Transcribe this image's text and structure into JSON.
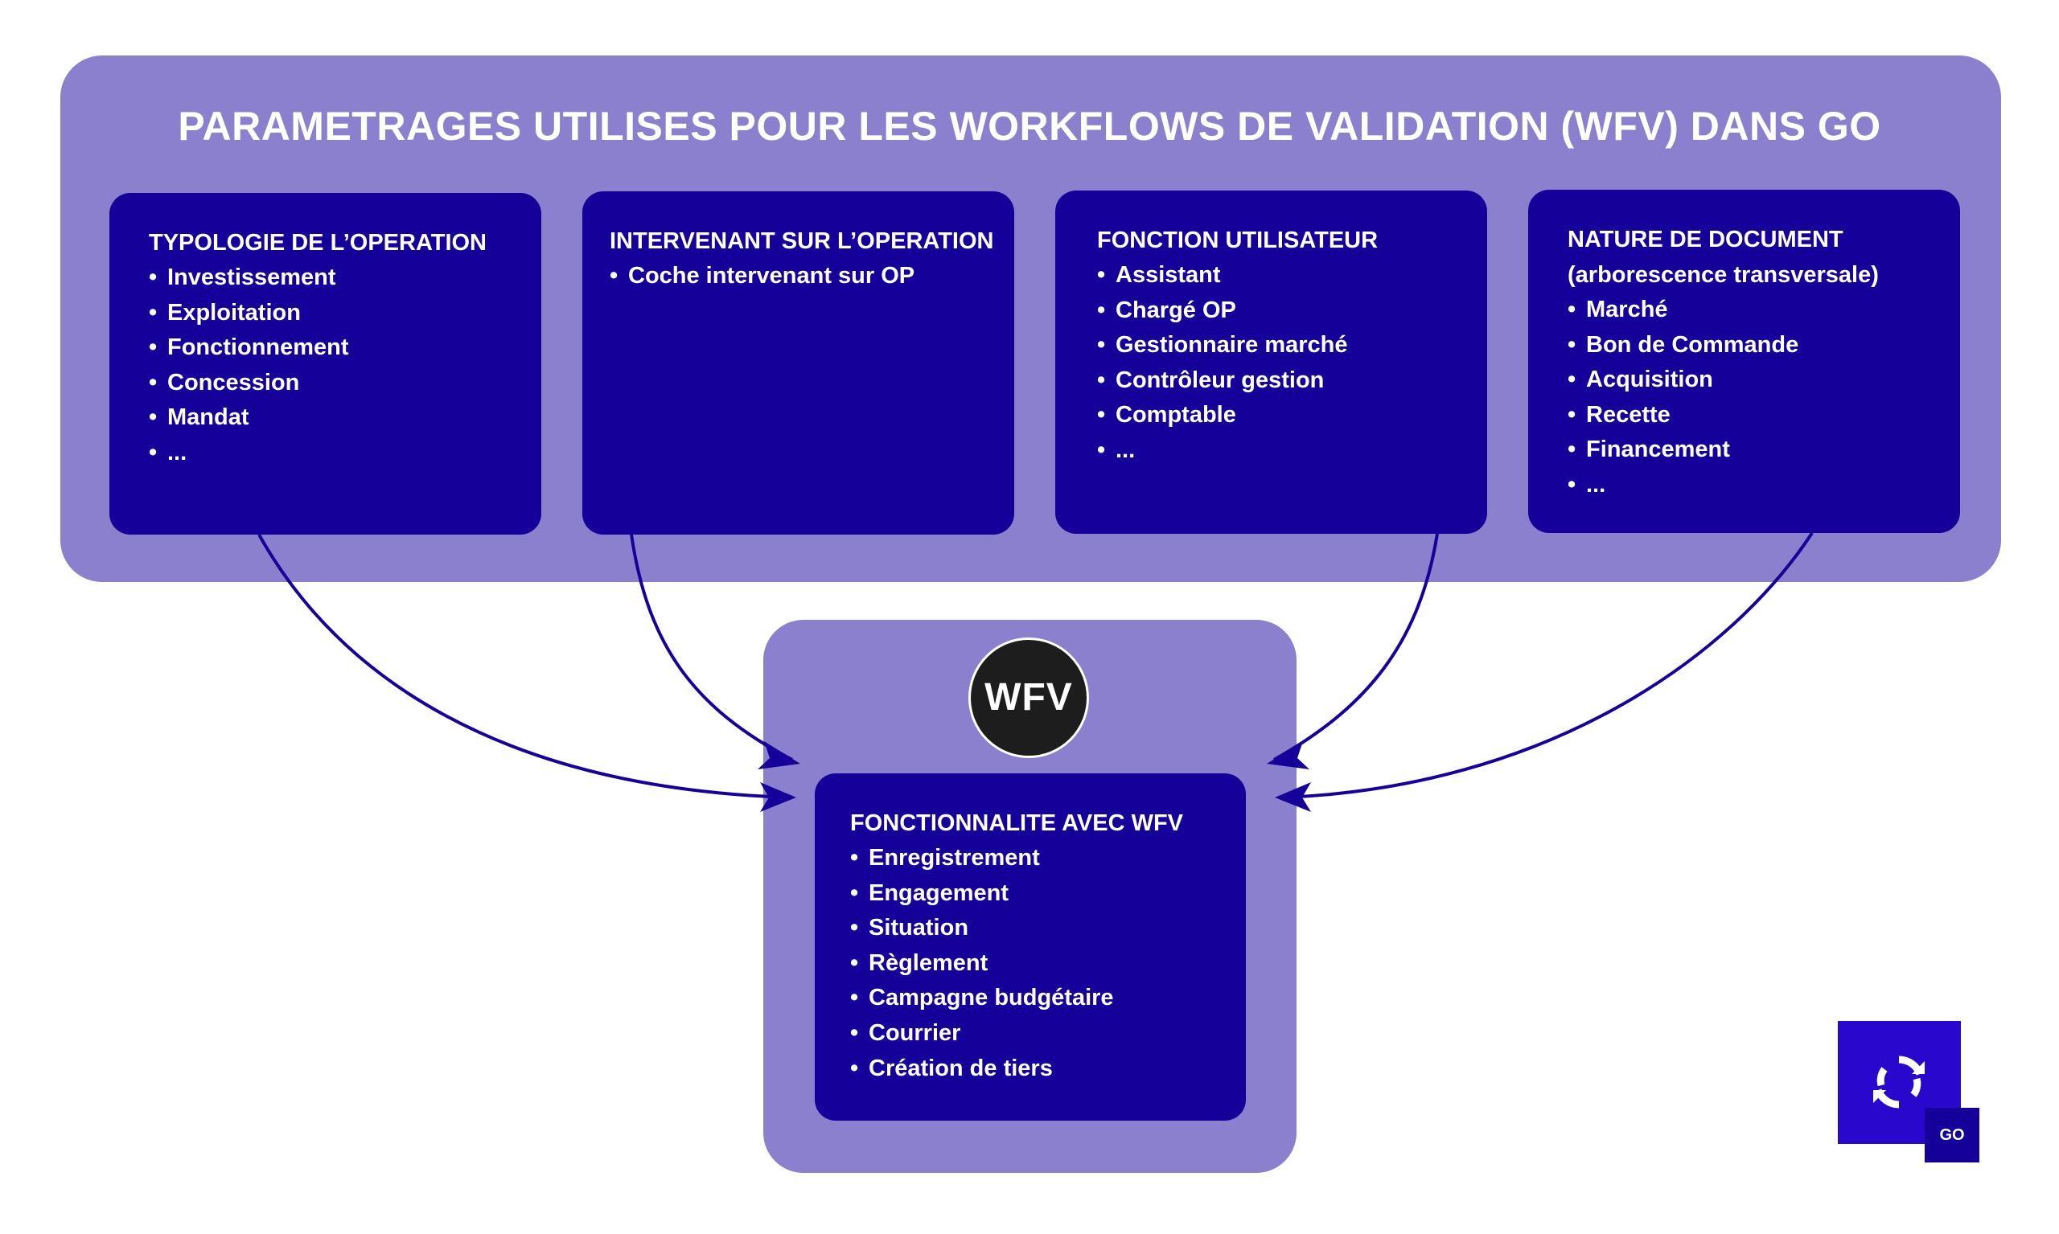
{
  "title": "PARAMETRAGES UTILISES POUR LES WORKFLOWS DE VALIDATION (WFV) DANS GO",
  "cards": [
    {
      "title": "TYPOLOGIE DE L’OPERATION",
      "items": [
        "Investissement",
        "Exploitation",
        "Fonctionnement",
        "Concession",
        "Mandat",
        "..."
      ]
    },
    {
      "title": "INTERVENANT SUR L’OPERATION",
      "items": [
        "Coche intervenant sur OP"
      ]
    },
    {
      "title": "FONCTION UTILISATEUR",
      "items": [
        "Assistant",
        "Chargé OP",
        "Gestionnaire marché",
        "Contrôleur gestion",
        "Comptable",
        "..."
      ]
    },
    {
      "title": "NATURE DE DOCUMENT",
      "subtitle": "(arborescence transversale)",
      "items": [
        "Marché",
        "Bon de Commande",
        "Acquisition",
        "Recette",
        "Financement",
        "..."
      ]
    }
  ],
  "center": {
    "badge": "WFV",
    "title": "FONCTIONNALITE AVEC WFV",
    "items": [
      "Enregistrement",
      "Engagement",
      "Situation",
      "Règlement",
      "Campagne budgétaire",
      "Courrier",
      "Création de tiers"
    ]
  },
  "logo": {
    "label": "GO",
    "icon": "sync-arrows-icon"
  },
  "colors": {
    "panel": "#8b80cd",
    "card": "#15019a",
    "arrow": "#15019a",
    "badge": "#1d1d1d",
    "logo": "#2a07cc"
  }
}
